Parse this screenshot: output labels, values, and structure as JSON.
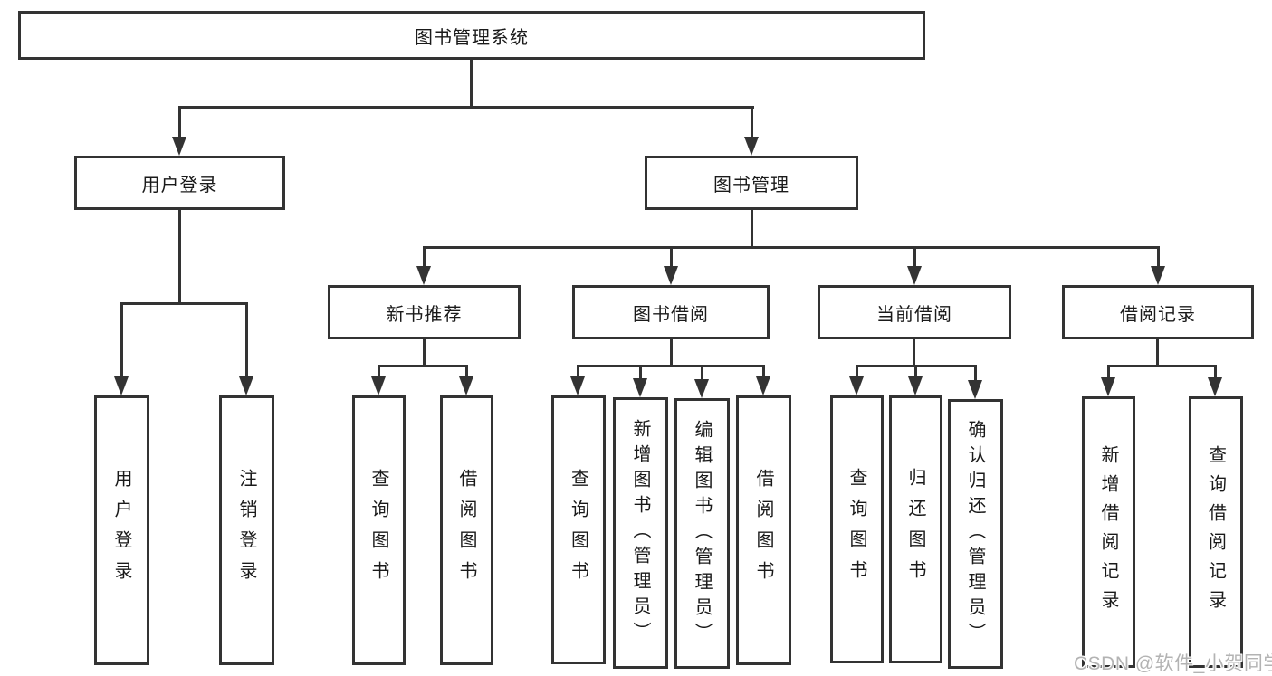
{
  "colors": {
    "line": "#333333",
    "text": "#1a1a1a",
    "background": "#ffffff",
    "watermark": "#b3b3b3"
  },
  "diagram": {
    "root": {
      "label": "图书管理系统",
      "children": [
        {
          "label": "用户登录",
          "children": [
            {
              "label": "用户登录"
            },
            {
              "label": "注销登录"
            }
          ]
        },
        {
          "label": "图书管理",
          "children": [
            {
              "label": "新书推荐",
              "children": [
                {
                  "label": "查询图书"
                },
                {
                  "label": "借阅图书"
                }
              ]
            },
            {
              "label": "图书借阅",
              "children": [
                {
                  "label": "查询图书"
                },
                {
                  "label": "新增图书（管理员）"
                },
                {
                  "label": "编辑图书（管理员）"
                },
                {
                  "label": "借阅图书"
                }
              ]
            },
            {
              "label": "当前借阅",
              "children": [
                {
                  "label": "查询图书"
                },
                {
                  "label": "归还图书"
                },
                {
                  "label": "确认归还（管理员）"
                }
              ]
            },
            {
              "label": "借阅记录",
              "children": [
                {
                  "label": "新增借阅记录"
                },
                {
                  "label": "查询借阅记录"
                }
              ]
            }
          ]
        }
      ]
    }
  },
  "watermark": {
    "text": "CSDN @软件_小贺同学"
  }
}
